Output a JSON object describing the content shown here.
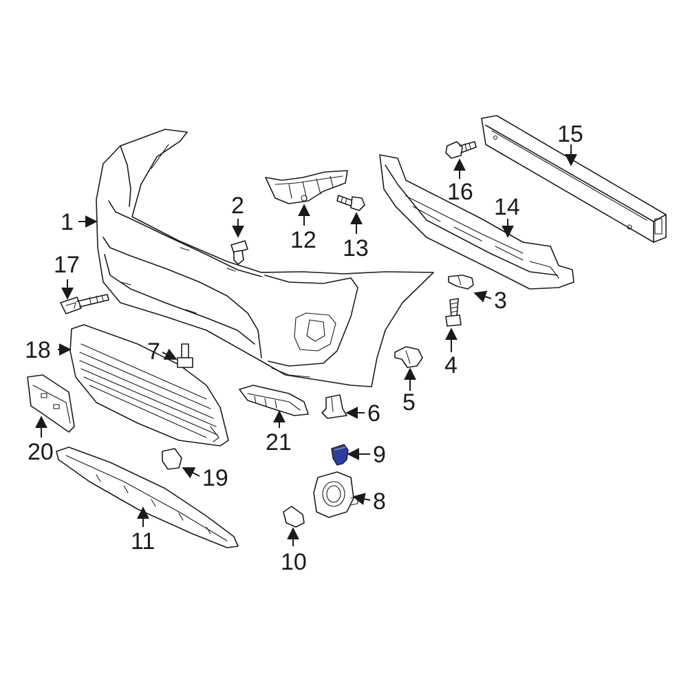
{
  "diagram": {
    "highlight_color": "#2c3e9e",
    "highlighted_part": "9",
    "callouts": [
      {
        "id": "c1",
        "label": "1"
      },
      {
        "id": "c2",
        "label": "2"
      },
      {
        "id": "c3",
        "label": "3"
      },
      {
        "id": "c4",
        "label": "4"
      },
      {
        "id": "c5",
        "label": "5"
      },
      {
        "id": "c6",
        "label": "6"
      },
      {
        "id": "c7",
        "label": "7"
      },
      {
        "id": "c8",
        "label": "8"
      },
      {
        "id": "c9",
        "label": "9"
      },
      {
        "id": "c10",
        "label": "10"
      },
      {
        "id": "c11",
        "label": "11"
      },
      {
        "id": "c12",
        "label": "12"
      },
      {
        "id": "c13",
        "label": "13"
      },
      {
        "id": "c14",
        "label": "14"
      },
      {
        "id": "c15",
        "label": "15"
      },
      {
        "id": "c16",
        "label": "16"
      },
      {
        "id": "c17",
        "label": "17"
      },
      {
        "id": "c18",
        "label": "18"
      },
      {
        "id": "c19",
        "label": "19"
      },
      {
        "id": "c20",
        "label": "20"
      },
      {
        "id": "c21",
        "label": "21"
      }
    ]
  }
}
